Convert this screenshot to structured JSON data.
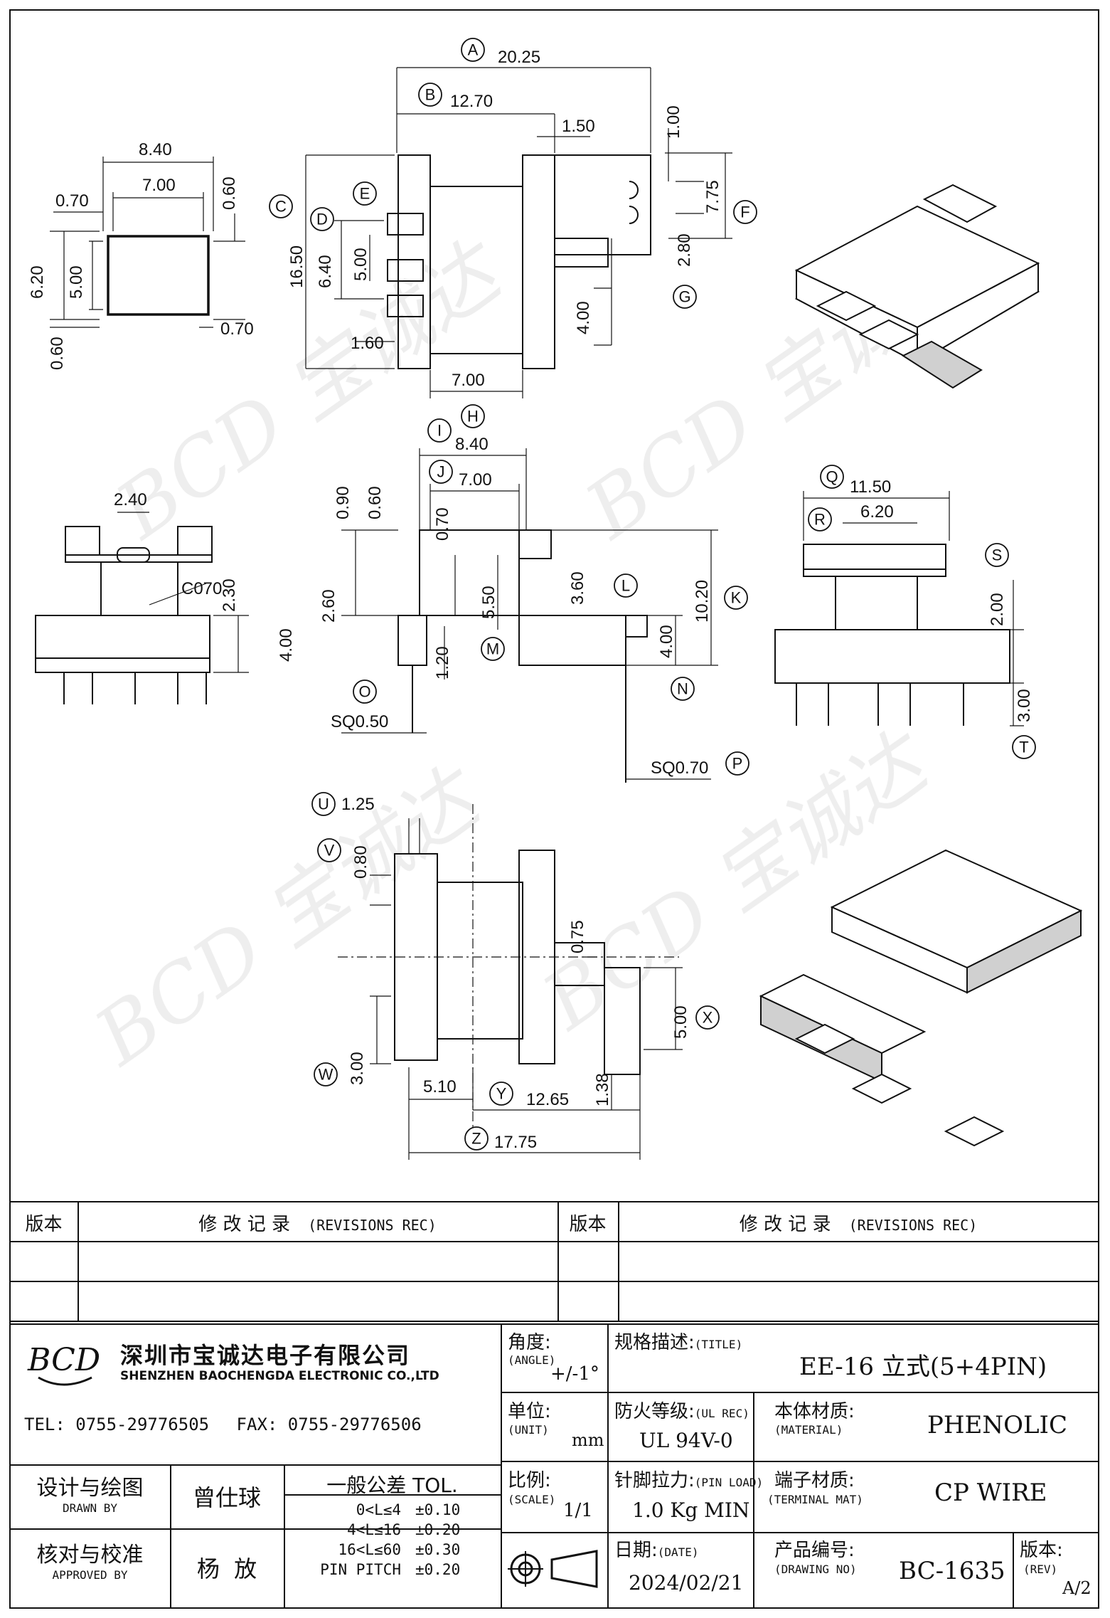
{
  "dimensions": {
    "top_left": {
      "A": "8.40",
      "B": "7.00",
      "C": "0.70",
      "D": "0.60",
      "E": "6.20",
      "F": "5.00",
      "G": "0.70",
      "H": "0.60"
    },
    "top_center": {
      "A": "20.25",
      "B": "12.70",
      "C": "1.50",
      "D": "1.00",
      "E": "16.50",
      "F": "6.40",
      "G": "5.00",
      "H": "7.75",
      "I": "2.80",
      "J": "4.00",
      "K": "1.60",
      "L": "7.00"
    },
    "mid_left": {
      "A": "2.40",
      "B": "C070",
      "C": "2.30",
      "D": "4.00"
    },
    "mid_center": {
      "A": "8.40",
      "B": "7.00",
      "C": "0.90",
      "D": "0.60",
      "E": "0.70",
      "F": "2.60",
      "G": "5.50",
      "H": "3.60",
      "I": "10.20",
      "J": "1.20",
      "K": "4.00",
      "L": "SQ0.50",
      "M": "SQ0.70"
    },
    "mid_right": {
      "A": "11.50",
      "B": "6.20",
      "C": "2.00",
      "D": "3.00"
    },
    "bottom": {
      "A": "1.25",
      "B": "0.80",
      "C": "0.75",
      "D": "5.00",
      "E": "3.00",
      "F": "5.10",
      "G": "12.65",
      "H": "1.38",
      "I": "17.75"
    }
  },
  "callouts": [
    "A",
    "B",
    "C",
    "D",
    "E",
    "F",
    "G",
    "H",
    "I",
    "J",
    "K",
    "L",
    "M",
    "N",
    "O",
    "P",
    "Q",
    "R",
    "S",
    "T",
    "U",
    "V",
    "W",
    "X",
    "Y",
    "Z"
  ],
  "watermark": "BCD 宝诚达",
  "revisions": {
    "col_version": "版本",
    "col_record_zh": "修 改 记 录",
    "col_record_en": "(REVISIONS REC)"
  },
  "company": {
    "logo_text": "BCD",
    "name_zh": "深圳市宝诚达电子有限公司",
    "name_en": "SHENZHEN BAOCHENGDA ELECTRONIC CO.,LTD",
    "tel_label": "TEL:",
    "tel": "0755-29776505",
    "fax_label": "FAX:",
    "fax": "0755-29776506"
  },
  "fields": {
    "angle_zh": "角度:",
    "angle_en": "(ANGLE)",
    "angle_val": "+/-1°",
    "unit_zh": "单位:",
    "unit_en": "(UNIT)",
    "unit_val": "mm",
    "scale_zh": "比例:",
    "scale_en": "(SCALE)",
    "scale_val": "1/1",
    "title_zh": "规格描述:",
    "title_en": "(TITLE)",
    "title_val": "EE-16 立式(5+4PIN)",
    "ul_zh": "防火等级:",
    "ul_en": "(UL REC)",
    "ul_val": "UL 94V-0",
    "material_zh": "本体材质:",
    "material_en": "(MATERIAL)",
    "material_val": "PHENOLIC",
    "pinload_zh": "针脚拉力:",
    "pinload_en": "(PIN LOAD)",
    "pinload_val": "1.0 Kg MIN",
    "terminal_zh": "端子材质:",
    "terminal_en": "(TERMINAL MAT)",
    "terminal_val": "CP WIRE",
    "date_zh": "日期:",
    "date_en": "(DATE)",
    "date_val": "2024/02/21",
    "drawing_zh": "产品编号:",
    "drawing_en": "(DRAWING NO)",
    "drawing_val": "BC-1635",
    "rev_zh": "版本:",
    "rev_en": "(REV)",
    "rev_val": "A/2"
  },
  "signoff": {
    "designed_zh": "设计与绘图",
    "designed_en": "DRAWN BY",
    "designed_name": "曾仕球",
    "approved_zh": "核对与校准",
    "approved_en": "APPROVED BY",
    "approved_name": "杨  放"
  },
  "tolerance": {
    "header": "一般公差 TOL.",
    "rows": [
      {
        "range": "0<L≤4",
        "tol": "±0.10"
      },
      {
        "range": "4<L≤16",
        "tol": "±0.20"
      },
      {
        "range": "16<L≤60",
        "tol": "±0.30"
      },
      {
        "range": "PIN PITCH",
        "tol": "±0.20"
      }
    ]
  }
}
